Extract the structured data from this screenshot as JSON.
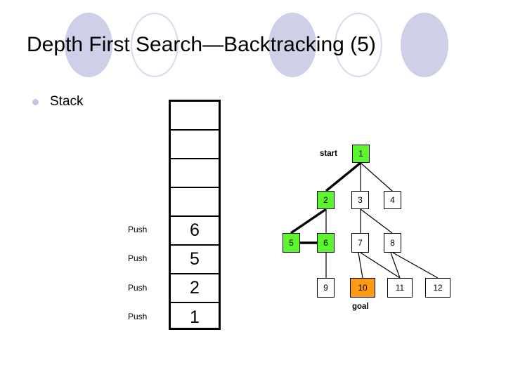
{
  "slide": {
    "title": "Depth First Search—Backtracking (5)",
    "bullet": {
      "icon": "bullet-dot",
      "label": "Stack"
    },
    "decor_circles": [
      {
        "type": "filled",
        "color": "#ced0e8"
      },
      {
        "type": "outline",
        "color": "#d7d9ee"
      },
      {
        "type": "filled",
        "color": "#ced0e8"
      },
      {
        "type": "outline",
        "color": "#d7d9ee"
      },
      {
        "type": "filled",
        "color": "#ced0e8"
      }
    ]
  },
  "stack": {
    "cells": [
      {
        "value": "",
        "action": ""
      },
      {
        "value": "",
        "action": ""
      },
      {
        "value": "",
        "action": ""
      },
      {
        "value": "",
        "action": ""
      },
      {
        "value": "6",
        "action": "Push"
      },
      {
        "value": "5",
        "action": "Push"
      },
      {
        "value": "2",
        "action": "Push"
      },
      {
        "value": "1",
        "action": "Push"
      }
    ]
  },
  "tree": {
    "start_label": "start",
    "goal_label": "goal",
    "colors": {
      "visited": "#5cf52e",
      "goal": "#ff9a14",
      "default": "#ffffff",
      "edge": "#000000"
    },
    "nodes": [
      {
        "id": "1",
        "label": "1",
        "state": "visited"
      },
      {
        "id": "2",
        "label": "2",
        "state": "visited"
      },
      {
        "id": "3",
        "label": "3",
        "state": "default"
      },
      {
        "id": "4",
        "label": "4",
        "state": "default"
      },
      {
        "id": "5",
        "label": "5",
        "state": "visited"
      },
      {
        "id": "6",
        "label": "6",
        "state": "visited"
      },
      {
        "id": "7",
        "label": "7",
        "state": "default"
      },
      {
        "id": "8",
        "label": "8",
        "state": "default"
      },
      {
        "id": "9",
        "label": "9",
        "state": "default"
      },
      {
        "id": "10",
        "label": "10",
        "state": "goal"
      },
      {
        "id": "11",
        "label": "11",
        "state": "default"
      },
      {
        "id": "12",
        "label": "12",
        "state": "default"
      }
    ],
    "edges": [
      {
        "from": "1",
        "to": "2",
        "highlighted": true
      },
      {
        "from": "1",
        "to": "3",
        "highlighted": false
      },
      {
        "from": "1",
        "to": "4",
        "highlighted": false
      },
      {
        "from": "2",
        "to": "5",
        "highlighted": true
      },
      {
        "from": "2",
        "to": "6",
        "highlighted": false
      },
      {
        "from": "5",
        "to": "6",
        "highlighted": true
      },
      {
        "from": "3",
        "to": "7",
        "highlighted": false
      },
      {
        "from": "3",
        "to": "8",
        "highlighted": false
      },
      {
        "from": "6",
        "to": "9",
        "highlighted": false
      },
      {
        "from": "7",
        "to": "10",
        "highlighted": false
      },
      {
        "from": "7",
        "to": "11",
        "highlighted": false
      },
      {
        "from": "8",
        "to": "11",
        "highlighted": false
      },
      {
        "from": "8",
        "to": "12",
        "highlighted": false
      }
    ]
  }
}
